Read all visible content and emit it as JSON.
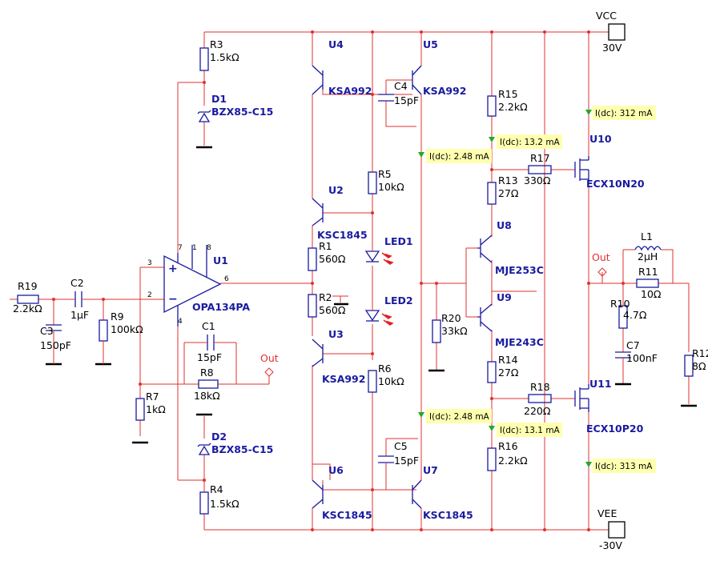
{
  "rails": {
    "vcc": {
      "name": "VCC",
      "value": "30V"
    },
    "vee": {
      "name": "VEE",
      "value": "-30V"
    }
  },
  "components": {
    "R19": {
      "ref": "R19",
      "value": "2.2kΩ"
    },
    "C2": {
      "ref": "C2",
      "value": "1µF"
    },
    "C3": {
      "ref": "C3",
      "value": "150pF"
    },
    "R9": {
      "ref": "R9",
      "value": "100kΩ"
    },
    "R7": {
      "ref": "R7",
      "value": "1kΩ"
    },
    "R8": {
      "ref": "R8",
      "value": "18kΩ"
    },
    "C1": {
      "ref": "C1",
      "value": "15pF"
    },
    "R3": {
      "ref": "R3",
      "value": "1.5kΩ"
    },
    "R4": {
      "ref": "R4",
      "value": "1.5kΩ"
    },
    "D1": {
      "ref": "D1",
      "value": "BZX85-C15"
    },
    "D2": {
      "ref": "D2",
      "value": "BZX85-C15"
    },
    "U1": {
      "ref": "U1",
      "value": "OPA134PA",
      "pins": [
        "7",
        "1",
        "8",
        "3",
        "2",
        "6",
        "4"
      ]
    },
    "U4": {
      "ref": "U4",
      "value": "KSA992"
    },
    "U5": {
      "ref": "U5",
      "value": "KSA992"
    },
    "C4": {
      "ref": "C4",
      "value": "15pF"
    },
    "U2": {
      "ref": "U2",
      "value": "KSC1845"
    },
    "R5": {
      "ref": "R5",
      "value": "10kΩ"
    },
    "R1": {
      "ref": "R1",
      "value": "560Ω"
    },
    "R2": {
      "ref": "R2",
      "value": "560Ω"
    },
    "LED1": {
      "ref": "LED1"
    },
    "LED2": {
      "ref": "LED2"
    },
    "U3": {
      "ref": "U3",
      "value": "KSA992"
    },
    "R6": {
      "ref": "R6",
      "value": "10kΩ"
    },
    "U6": {
      "ref": "U6",
      "value": "KSC1845"
    },
    "U7": {
      "ref": "U7",
      "value": "KSC1845"
    },
    "C5": {
      "ref": "C5",
      "value": "15pF"
    },
    "R15": {
      "ref": "R15",
      "value": "2.2kΩ"
    },
    "R17": {
      "ref": "R17",
      "value": "330Ω"
    },
    "R13": {
      "ref": "R13",
      "value": "27Ω"
    },
    "U8": {
      "ref": "U8",
      "value": "MJE253C"
    },
    "U9": {
      "ref": "U9",
      "value": "MJE243C"
    },
    "R20": {
      "ref": "R20",
      "value": "33kΩ"
    },
    "R14": {
      "ref": "R14",
      "value": "27Ω"
    },
    "R18": {
      "ref": "R18",
      "value": "220Ω"
    },
    "R16": {
      "ref": "R16",
      "value": "2.2kΩ"
    },
    "U10": {
      "ref": "U10",
      "value": "ECX10N20"
    },
    "U11": {
      "ref": "U11",
      "value": "ECX10P20"
    },
    "L1": {
      "ref": "L1",
      "value": "2µH"
    },
    "R11": {
      "ref": "R11",
      "value": "10Ω"
    },
    "R10": {
      "ref": "R10",
      "value": "4.7Ω"
    },
    "C7": {
      "ref": "C7",
      "value": "100nF"
    },
    "R12": {
      "ref": "R12",
      "value": "8Ω"
    }
  },
  "out_label": "Out",
  "probes": {
    "p1": "I(dc): 312 mA",
    "p2": "I(dc): 13.2 mA",
    "p3": "I(dc): 2.48 mA",
    "p4": "I(dc): 2.48 mA",
    "p5": "I(dc): 13.1 mA",
    "p6": "I(dc): 313 mA"
  },
  "colors": {
    "wire": "#e03030",
    "component": "#1a1aa0",
    "probe_background": "#ffffb0",
    "probe_arrow": "#22aa22"
  }
}
